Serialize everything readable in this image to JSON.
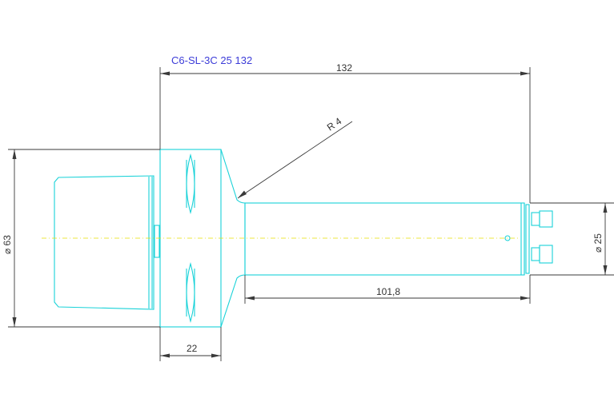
{
  "drawing": {
    "part_number": "C6-SL-3C 25 132",
    "dimensions": {
      "overall_length": "132",
      "radius": "R 4",
      "shank_length": "101,8",
      "flange_width": "22",
      "body_diameter": "⌀ 63",
      "shank_diameter": "⌀ 25"
    }
  },
  "colors": {
    "outline": "#19d2d8",
    "dimension": "#3a3a3a",
    "centerline": "#e8e000",
    "title": "#3c3cd8"
  }
}
